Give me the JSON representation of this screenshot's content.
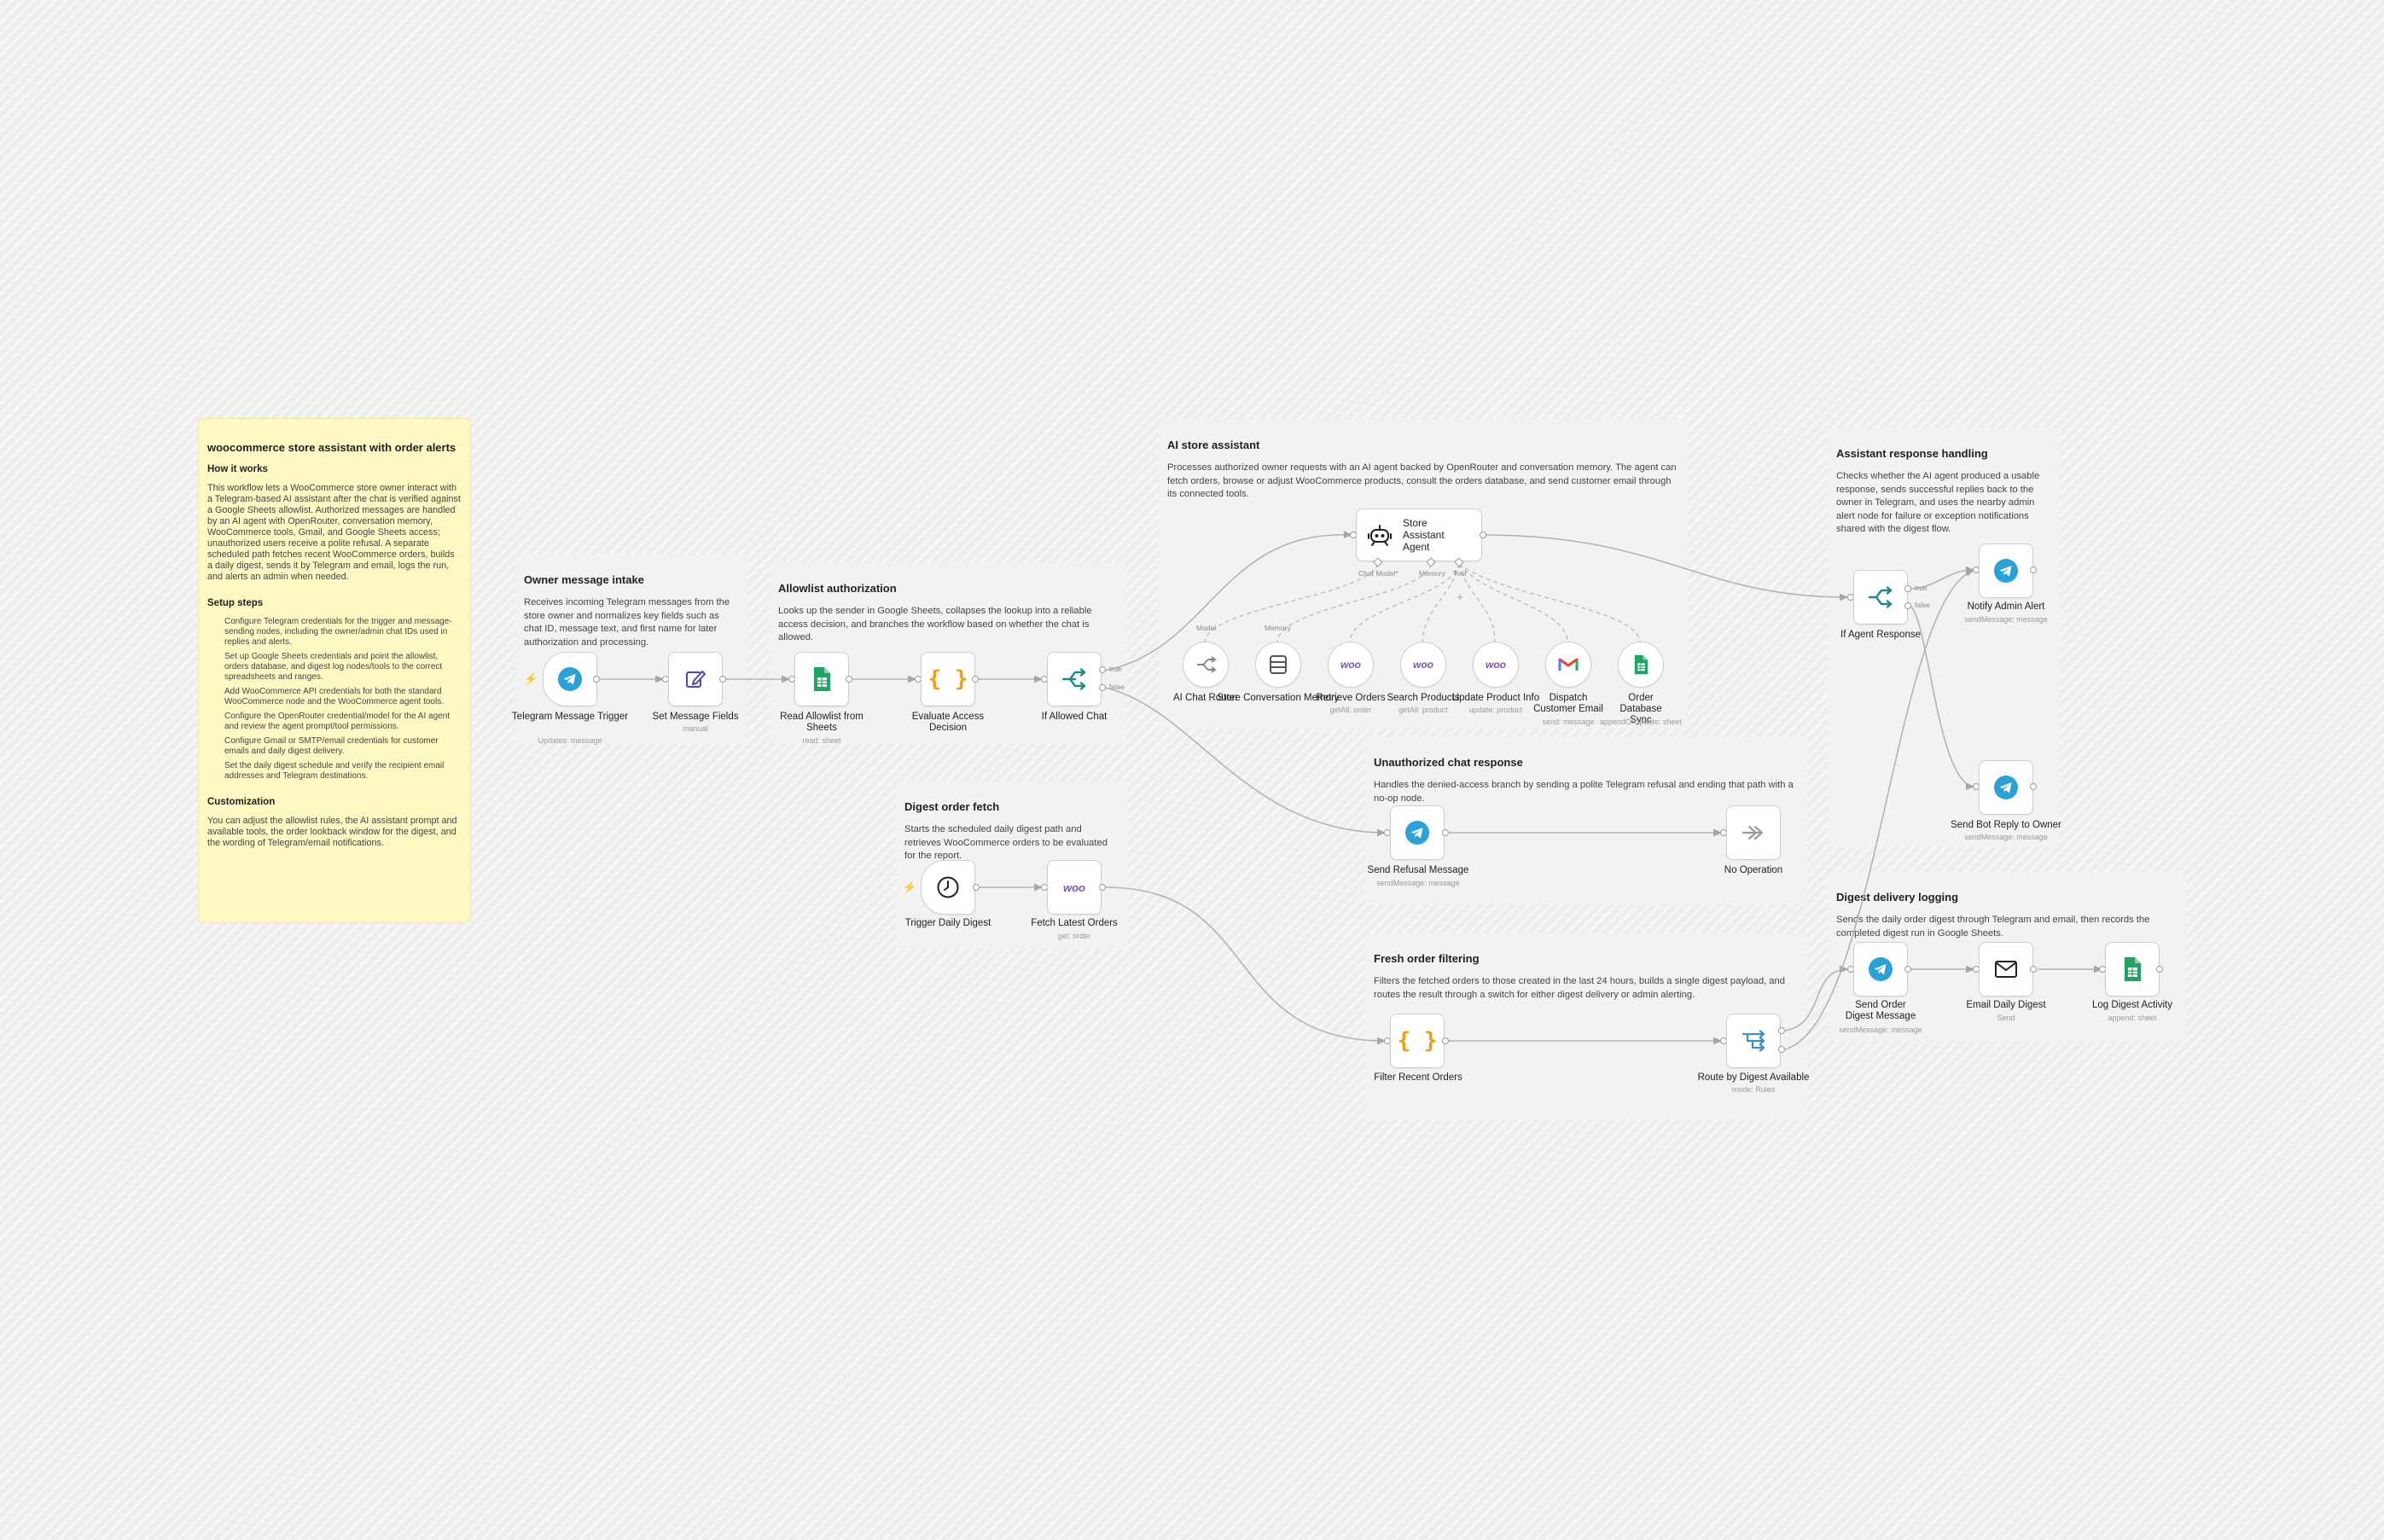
{
  "sticky": {
    "title": "woocommerce store assistant with order alerts",
    "how_heading": "How it works",
    "how_text": "This workflow lets a WooCommerce store owner interact with a Telegram-based AI assistant after the chat is verified against a Google Sheets allowlist. Authorized messages are handled by an AI agent with OpenRouter, conversation memory, WooCommerce tools, Gmail, and Google Sheets access; unauthorized users receive a polite refusal. A separate scheduled path fetches recent WooCommerce orders, builds a daily digest, sends it by Telegram and email, logs the run, and alerts an admin when needed.",
    "setup_heading": "Setup steps",
    "setup_steps": [
      "Configure Telegram credentials for the trigger and message-sending nodes, including the owner/admin chat IDs used in replies and alerts.",
      "Set up Google Sheets credentials and point the allowlist, orders database, and digest log nodes/tools to the correct spreadsheets and ranges.",
      "Add WooCommerce API credentials for both the standard WooCommerce node and the WooCommerce agent tools.",
      "Configure the OpenRouter credential/model for the AI agent and review the agent prompt/tool permissions.",
      "Configure Gmail or SMTP/email credentials for customer emails and daily digest delivery.",
      "Set the daily digest schedule and verify the recipient email addresses and Telegram destinations."
    ],
    "custom_heading": "Customization",
    "custom_text": "You can adjust the allowlist rules, the AI assistant prompt and available tools, the order lookback window for the digest, and the wording of Telegram/email notifications."
  },
  "groups": {
    "intake": {
      "title": "Owner message intake",
      "text": "Receives incoming Telegram messages from the store owner and normalizes key fields such as chat ID, message text, and first name for later authorization and processing."
    },
    "allowlist": {
      "title": "Allowlist authorization",
      "text": "Looks up the sender in Google Sheets, collapses the lookup into a reliable access decision, and branches the workflow based on whether the chat is allowed."
    },
    "assistant": {
      "title": "AI store assistant",
      "text": "Processes authorized owner requests with an AI agent backed by OpenRouter and conversation memory. The agent can fetch orders, browse or adjust WooCommerce products, consult the orders database, and send customer email through its connected tools."
    },
    "response": {
      "title": "Assistant response handling",
      "text": "Checks whether the AI agent produced a usable response, sends successful replies back to the owner in Telegram, and uses the nearby admin alert node for failure or exception notifications shared with the digest flow."
    },
    "unauth": {
      "title": "Unauthorized chat response",
      "text": "Handles the denied-access branch by sending a polite Telegram refusal and ending that path with a no-op node."
    },
    "digest_fetch": {
      "title": "Digest order fetch",
      "text": "Starts the scheduled daily digest path and retrieves WooCommerce orders to be evaluated for the report."
    },
    "fresh": {
      "title": "Fresh order filtering",
      "text": "Filters the fetched orders to those created in the last 24 hours, builds a single digest payload, and routes the result through a switch for either digest delivery or admin alerting."
    },
    "delivery": {
      "title": "Digest delivery logging",
      "text": "Sends the daily order digest through Telegram and email, then records the completed digest run in Google Sheets."
    }
  },
  "nodes": {
    "tg_trigger": {
      "label": "Telegram Message Trigger",
      "sub": "Updates: message",
      "icon": "telegram-icon"
    },
    "set_fields": {
      "label": "Set Message Fields",
      "sub": "manual",
      "icon": "pencil-icon"
    },
    "read_allow": {
      "label": "Read Allowlist from Sheets",
      "sub": "read: sheet",
      "icon": "google-sheets-icon"
    },
    "eval_access": {
      "label": "Evaluate Access Decision",
      "sub": "",
      "icon": "code-braces-icon"
    },
    "if_allowed": {
      "label": "If Allowed Chat",
      "sub": "",
      "icon": "if-branch-icon",
      "out_true": "true",
      "out_false": "false"
    },
    "agent": {
      "label": "Store Assistant Agent",
      "icon": "robot-icon",
      "in_model": "Chat Model*",
      "in_memory": "Memory",
      "in_tool": "Tool"
    },
    "ai_router": {
      "label": "AI Chat Router",
      "sub": "",
      "icon": "openrouter-icon",
      "conn": "Model"
    },
    "memory": {
      "label": "Store Conversation Memory",
      "sub": "",
      "icon": "database-icon",
      "conn": "Memory"
    },
    "retrieve_orders": {
      "label": "Retrieve Orders",
      "sub": "getAll: order",
      "icon": "woo-icon"
    },
    "search_products": {
      "label": "Search Products",
      "sub": "getAll: product",
      "icon": "woo-icon"
    },
    "update_product": {
      "label": "Update Product Info",
      "sub": "update: product",
      "icon": "woo-icon"
    },
    "dispatch_email": {
      "label": "Dispatch Customer Email",
      "sub": "send: message",
      "icon": "gmail-icon"
    },
    "order_db": {
      "label": "Order Database Sync",
      "sub": "appendOrUpdate: sheet",
      "icon": "google-sheets-icon"
    },
    "if_agent": {
      "label": "If Agent Response",
      "sub": "",
      "icon": "if-branch-icon",
      "out_true": "true",
      "out_false": "false"
    },
    "notify_admin": {
      "label": "Notify Admin Alert",
      "sub": "sendMessage: message",
      "icon": "telegram-icon"
    },
    "send_bot_reply": {
      "label": "Send Bot Reply to Owner",
      "sub": "sendMessage: message",
      "icon": "telegram-icon"
    },
    "send_refusal": {
      "label": "Send Refusal Message",
      "sub": "sendMessage: message",
      "icon": "telegram-icon"
    },
    "no_op": {
      "label": "No Operation",
      "sub": "",
      "icon": "arrow-right-icon"
    },
    "trigger_daily": {
      "label": "Trigger Daily Digest",
      "sub": "",
      "icon": "clock-icon"
    },
    "fetch_latest": {
      "label": "Fetch Latest Orders",
      "sub": "get: order",
      "icon": "woo-icon"
    },
    "filter_recent": {
      "label": "Filter Recent Orders",
      "sub": "",
      "icon": "code-braces-icon"
    },
    "route_digest": {
      "label": "Route by Digest Available",
      "sub": "mode: Rules",
      "icon": "switch-icon"
    },
    "send_digest": {
      "label": "Send Order Digest Message",
      "sub": "sendMessage: message",
      "icon": "telegram-icon"
    },
    "email_digest": {
      "label": "Email Daily Digest",
      "sub": "Send",
      "icon": "envelope-icon"
    },
    "log_digest": {
      "label": "Log Digest Activity",
      "sub": "append: sheet",
      "icon": "google-sheets-icon"
    }
  },
  "colors": {
    "telegram": "#2aa1d9",
    "sheets": "#20a464",
    "woo": "#7f54b3",
    "code": "#f59e0b",
    "if_teal": "#1f8a8a",
    "trigger_bolt": "#f05a28",
    "sticky": "#fef9c2"
  }
}
